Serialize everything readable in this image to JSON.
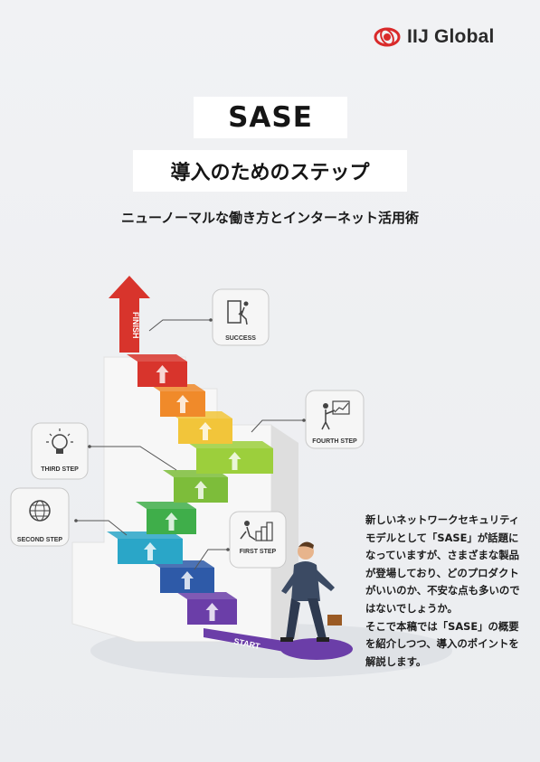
{
  "brand": {
    "name": "IIJ Global",
    "logo_icon": "iij-swirl-logo-icon",
    "accent": "#d92a2a"
  },
  "title": {
    "main": "SASE",
    "sub": "導入のためのステップ"
  },
  "subtitle": "ニューノーマルな働き方とインターネット活用術",
  "steps": {
    "success": "SUCCESS",
    "fourth": "FOURTH STEP",
    "third": "THIRD STEP",
    "second": "SECOND STEP",
    "first": "FIRST STEP",
    "finish": "FINISH",
    "start": "START"
  },
  "step_colors": [
    "#6b3ea8",
    "#2e5aa8",
    "#2aa6c8",
    "#3fae4a",
    "#7dbd3a",
    "#9ccf3c",
    "#f2c53a",
    "#f08a2a",
    "#d8342c"
  ],
  "description": [
    "新しいネットワークセキュリティモデルとして「SASE」が話題になっていますが、さまざまな製品が登場しており、どのプロダクトがいいのか、不安な点も多いのではないでしょうか。",
    "そこで本稿では「SASE」の概要を紹介しつつ、導入のポイントを解説します。"
  ]
}
